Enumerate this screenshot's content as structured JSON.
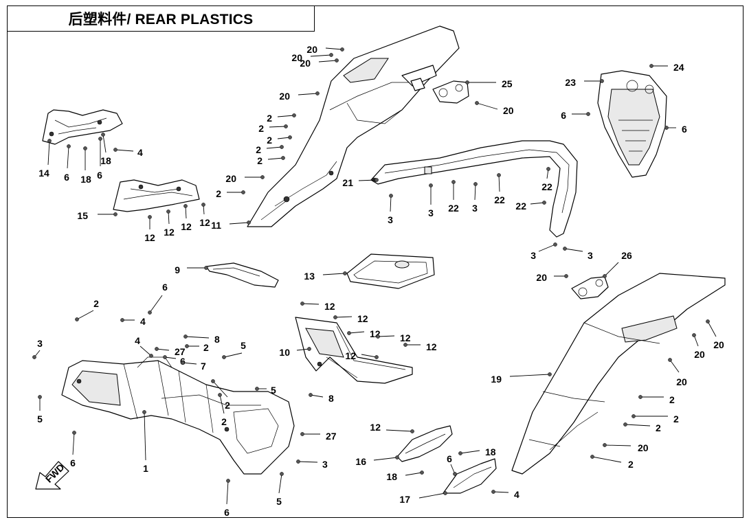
{
  "title": "后塑料件/ REAR PLASTICS",
  "fwd_label": "FWD",
  "callouts": [
    {
      "label": "20"
    },
    {
      "label": "20"
    },
    {
      "label": "20"
    },
    {
      "label": "20"
    },
    {
      "label": "2"
    },
    {
      "label": "2"
    },
    {
      "label": "2"
    },
    {
      "label": "2"
    },
    {
      "label": "2"
    },
    {
      "label": "20"
    },
    {
      "label": "2"
    },
    {
      "label": "11"
    },
    {
      "label": "25"
    },
    {
      "label": "20"
    },
    {
      "label": "24"
    },
    {
      "label": "23"
    },
    {
      "label": "6"
    },
    {
      "label": "6"
    },
    {
      "label": "4"
    },
    {
      "label": "14"
    },
    {
      "label": "6"
    },
    {
      "label": "18"
    },
    {
      "label": "6"
    },
    {
      "label": "18"
    },
    {
      "label": "15"
    },
    {
      "label": "12"
    },
    {
      "label": "12"
    },
    {
      "label": "12"
    },
    {
      "label": "12"
    },
    {
      "label": "21"
    },
    {
      "label": "3"
    },
    {
      "label": "3"
    },
    {
      "label": "22"
    },
    {
      "label": "3"
    },
    {
      "label": "22"
    },
    {
      "label": "22"
    },
    {
      "label": "22"
    },
    {
      "label": "3"
    },
    {
      "label": "3"
    },
    {
      "label": "9"
    },
    {
      "label": "13"
    },
    {
      "label": "26"
    },
    {
      "label": "20"
    },
    {
      "label": "12"
    },
    {
      "label": "12"
    },
    {
      "label": "12"
    },
    {
      "label": "12"
    },
    {
      "label": "12"
    },
    {
      "label": "12"
    },
    {
      "label": "10"
    },
    {
      "label": "2"
    },
    {
      "label": "4"
    },
    {
      "label": "6"
    },
    {
      "label": "4"
    },
    {
      "label": "27"
    },
    {
      "label": "8"
    },
    {
      "label": "2"
    },
    {
      "label": "6"
    },
    {
      "label": "7"
    },
    {
      "label": "3"
    },
    {
      "label": "5"
    },
    {
      "label": "2"
    },
    {
      "label": "5"
    },
    {
      "label": "8"
    },
    {
      "label": "5"
    },
    {
      "label": "6"
    },
    {
      "label": "1"
    },
    {
      "label": "2"
    },
    {
      "label": "27"
    },
    {
      "label": "3"
    },
    {
      "label": "6"
    },
    {
      "label": "5"
    },
    {
      "label": "19"
    },
    {
      "label": "20"
    },
    {
      "label": "20"
    },
    {
      "label": "20"
    },
    {
      "label": "2"
    },
    {
      "label": "2"
    },
    {
      "label": "2"
    },
    {
      "label": "20"
    },
    {
      "label": "2"
    },
    {
      "label": "12"
    },
    {
      "label": "16"
    },
    {
      "label": "18"
    },
    {
      "label": "6"
    },
    {
      "label": "18"
    },
    {
      "label": "17"
    },
    {
      "label": "4"
    }
  ]
}
